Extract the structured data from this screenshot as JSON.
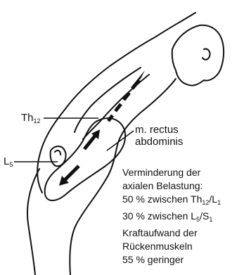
{
  "labels": {
    "th": {
      "base": "Th",
      "sub": "12"
    },
    "l": {
      "base": "L",
      "sub": "5"
    },
    "muscle_line1": "m. rectus",
    "muscle_line2": "abdominis"
  },
  "note": {
    "line1": "Verminderung der",
    "line2": "axialen Belastung:",
    "line3": {
      "pre": "50 % zwischen Th",
      "sub1": "12",
      "mid": "/L",
      "sub2": "1"
    },
    "line4": {
      "pre": "30 % zwischen L",
      "sub1": "5",
      "mid": "/S",
      "sub2": "1"
    },
    "line5": "Kraftaufwand der",
    "line6": "Rückenmuskeln",
    "line7": "55 % geringer"
  },
  "colors": {
    "ink": "#111111",
    "background": "#ffffff"
  }
}
